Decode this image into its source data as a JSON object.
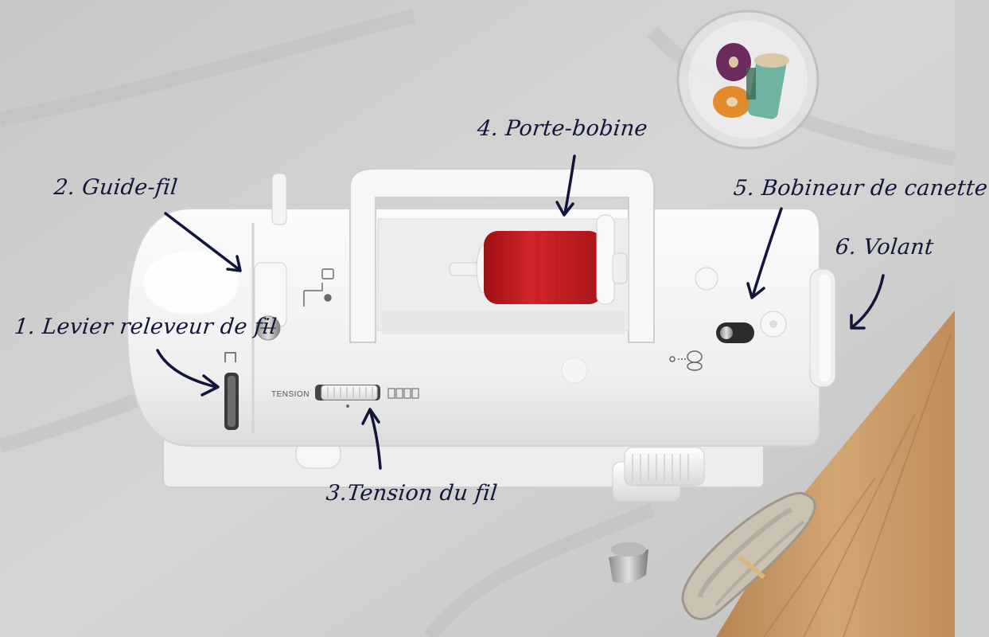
{
  "callouts": {
    "lever": "1. Levier releveur de fil",
    "guide": "2. Guide-fil",
    "tension": "3.Tension du fil",
    "spool_pin": "4. Porte-bobine",
    "winder": "5. Bobineur de canette",
    "handwheel": "6. Volant"
  },
  "machine": {
    "tension_text": "TENSION"
  },
  "colors": {
    "linen": "#cfcfcf",
    "wood": "#c89a68",
    "machine_white": "#f3f3f3",
    "thread_red": "#c61a1d",
    "ink": "#12163a"
  }
}
